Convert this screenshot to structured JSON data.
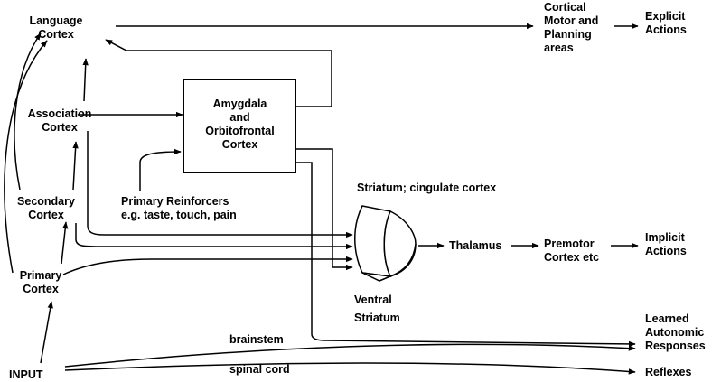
{
  "nodes": {
    "language_cortex": [
      "Language",
      "Cortex"
    ],
    "association_cortex": [
      "Association",
      "Cortex"
    ],
    "secondary_cortex": [
      "Secondary",
      "Cortex"
    ],
    "primary_cortex": [
      "Primary",
      "Cortex"
    ],
    "input": "INPUT",
    "amygdala_ofc": [
      "Amygdala",
      "and",
      "Orbitofrontal",
      "Cortex"
    ],
    "primary_reinforcers": [
      "Primary Reinforcers",
      "e.g. taste, touch, pain"
    ],
    "cortical_motor": [
      "Cortical",
      "Motor and",
      "Planning",
      "areas"
    ],
    "explicit_actions": [
      "Explicit",
      "Actions"
    ],
    "striatum_cingulate": "Striatum; cingulate cortex",
    "ventral_striatum": [
      "Ventral",
      "Striatum"
    ],
    "thalamus": "Thalamus",
    "premotor_cortex": [
      "Premotor",
      "Cortex etc"
    ],
    "implicit_actions": [
      "Implicit",
      "Actions"
    ],
    "learned_autonomic": [
      "Learned",
      "Autonomic",
      "Responses"
    ],
    "reflexes": "Reflexes"
  },
  "pathways": {
    "brainstem": "brainstem",
    "spinal_cord": "spinal cord"
  }
}
